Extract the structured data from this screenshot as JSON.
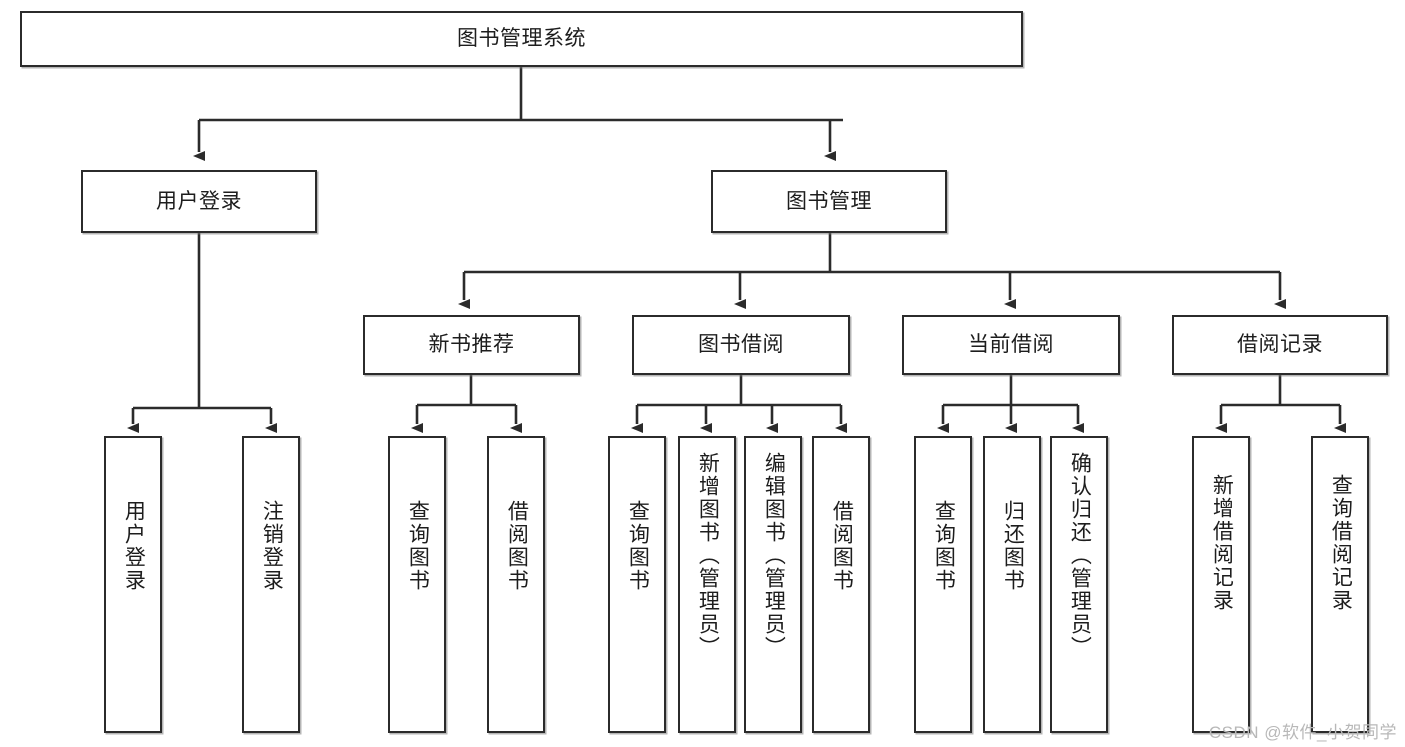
{
  "diagram": {
    "type": "tree",
    "title": "图书管理系统",
    "colors": {
      "box_border": "#2b2b2b",
      "box_fill": "#ffffff",
      "connector": "#2b2b2b",
      "watermark": "#b8b8b8",
      "background": "#ffffff"
    },
    "root": {
      "label": "图书管理系统"
    },
    "level2": [
      {
        "label": "用户登录"
      },
      {
        "label": "图书管理"
      }
    ],
    "level3": [
      {
        "label": "新书推荐"
      },
      {
        "label": "图书借阅"
      },
      {
        "label": "当前借阅"
      },
      {
        "label": "借阅记录"
      }
    ],
    "leaves": {
      "user_login": [
        {
          "label": "用户登录"
        },
        {
          "label": "注销登录"
        }
      ],
      "new_book": [
        {
          "label": "查询图书"
        },
        {
          "label": "借阅图书"
        }
      ],
      "book_borrow": [
        {
          "label": "查询图书"
        },
        {
          "label": "新增图书（管理员）"
        },
        {
          "label": "编辑图书（管理员）"
        },
        {
          "label": "借阅图书"
        }
      ],
      "current_borrow": [
        {
          "label": "查询图书"
        },
        {
          "label": "归还图书"
        },
        {
          "label": "确认归还（管理员）"
        }
      ],
      "borrow_record": [
        {
          "label": "新增借阅记录"
        },
        {
          "label": "查询借阅记录"
        }
      ]
    }
  },
  "watermark": {
    "text": "CSDN @软件_小贺同学"
  }
}
